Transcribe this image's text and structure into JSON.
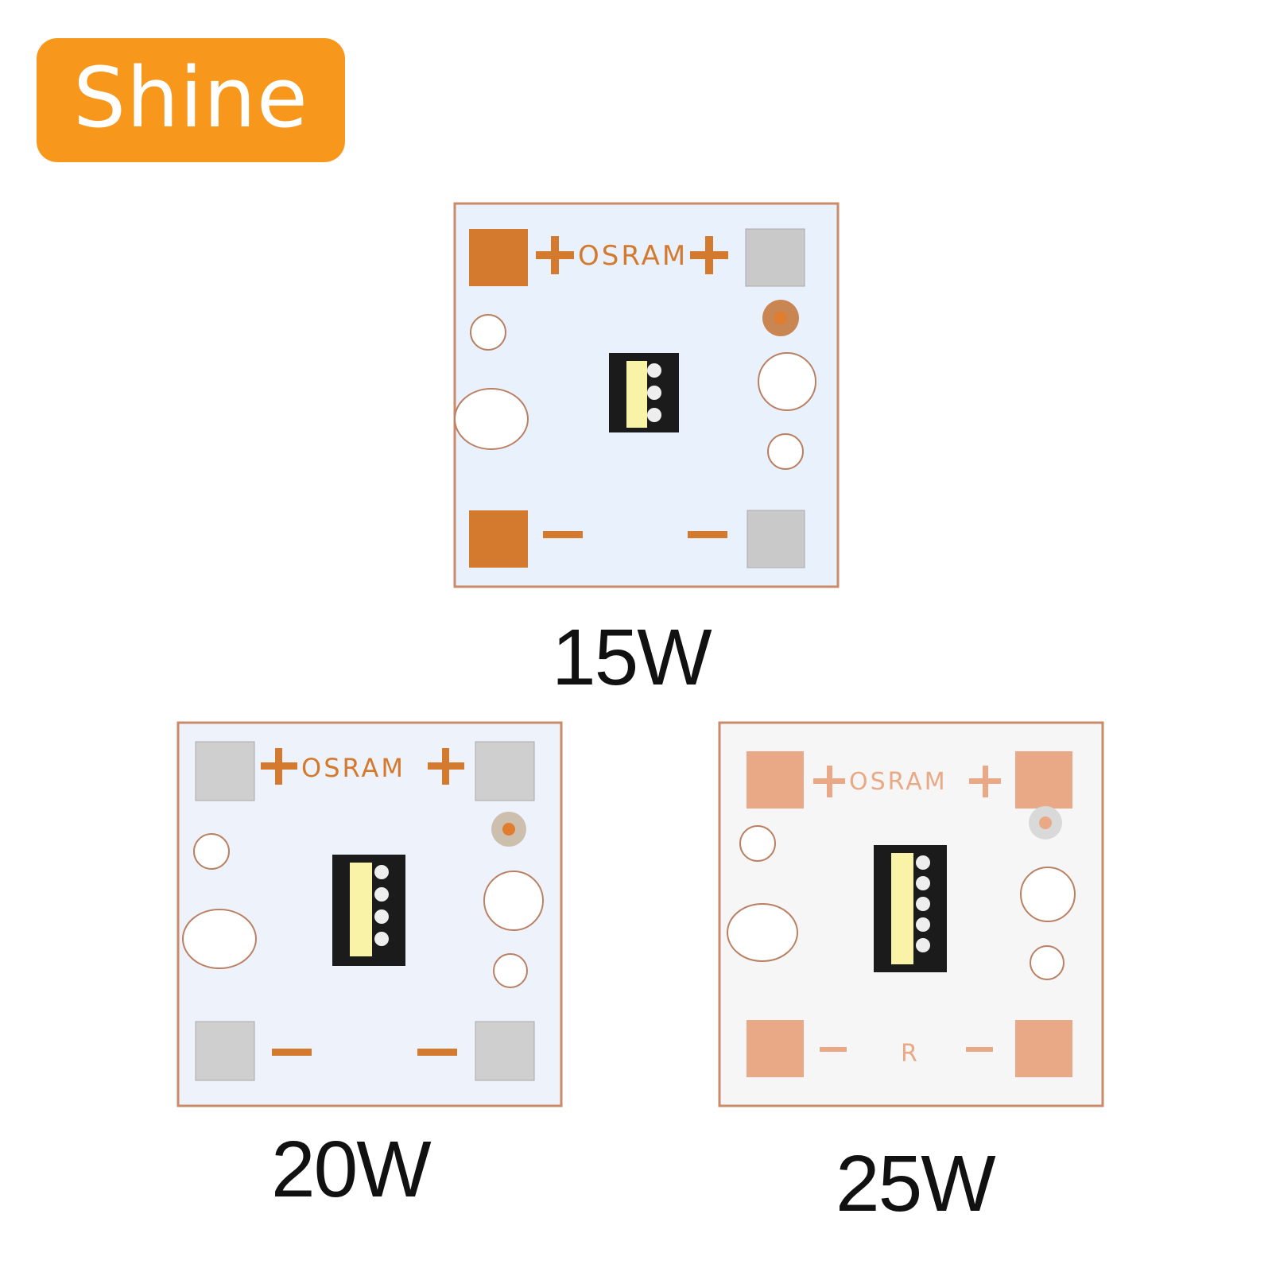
{
  "brand": {
    "label": "Shine"
  },
  "colors": {
    "brand_orange": "#f7981d",
    "copper": "#d47a2e",
    "copper_light": "#e9a986",
    "board_blue": "#eef4fd",
    "board_white": "#f6f6f6"
  },
  "boards": [
    {
      "id": "15w",
      "wattage": "15W",
      "silkscreen": "OSRAM",
      "marker": "",
      "led_cells": 3,
      "icon": "led-board-icon"
    },
    {
      "id": "20w",
      "wattage": "20W",
      "silkscreen": "OSRAM",
      "marker": "",
      "led_cells": 4,
      "icon": "led-board-icon"
    },
    {
      "id": "25w",
      "wattage": "25W",
      "silkscreen": "OSRAM",
      "marker": "R",
      "led_cells": 5,
      "icon": "led-board-icon"
    }
  ]
}
